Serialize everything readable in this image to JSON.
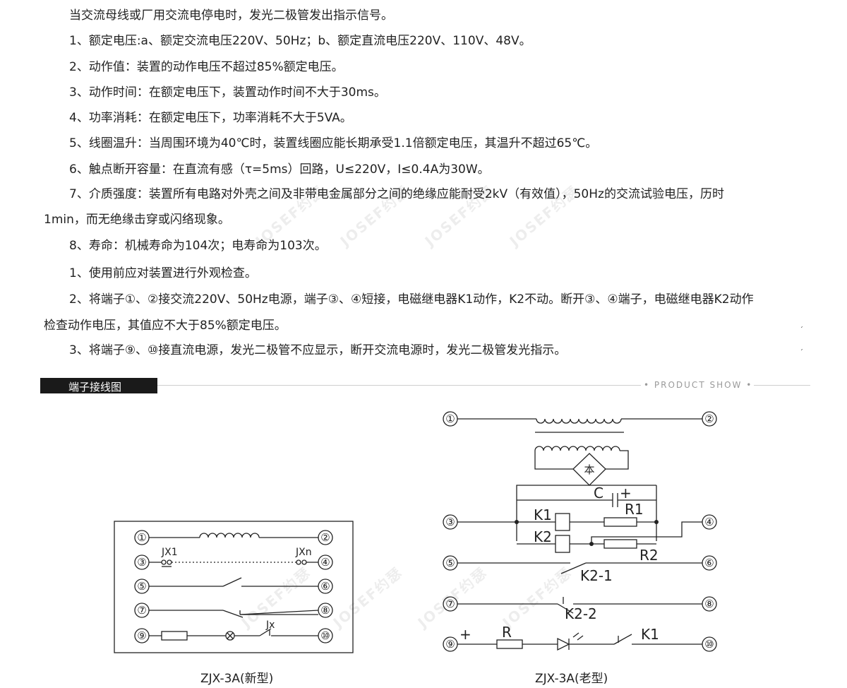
{
  "paragraphs": [
    "当交流母线或厂用交流电停电时，发光二极管发出指示信号。",
    "1、额定电压:a、额定交流电压220V、50Hz；b、额定直流电压220V、110V、48V。",
    "2、动作值：装置的动作电压不超过85%额定电压。",
    "3、动作时间：在额定电压下，装置动作时间不大于30ms。",
    "4、功率消耗：在额定电压下，功率消耗不大于5VA。",
    "5、线圈温升：当周围环境为40℃时，装置线圈应能长期承受1.1倍额定电压，其温升不超过65℃。",
    "6、触点断开容量：在直流有感（τ=5ms）回路，U≤220V，I≤0.4A为30W。",
    "7、介质强度：装置所有电路对外壳之间及非带电金属部分之间的绝缘应能耐受2kV（有效值），50Hz的交流试验电压，历时",
    "1min，而无绝缘击穿或闪络现象。",
    "8、寿命：机械寿命为104次；电寿命为103次。",
    "1、使用前应对装置进行外观检查。",
    "2、将端子①、②接交流220V、50Hz电源，端子③、④短接，电磁继电器K1动作，K2不动。断开③、④端子，电磁继电器K2动作",
    "检查动作电压，其值应不大于85%额定电压。",
    "3、将端子⑨、⑩接直流电源，发光二极管不应显示，断开交流电源时，发光二极管发光指示。"
  ],
  "section": {
    "title": "端子接线图",
    "tag": "• PRODUCT SHOW •"
  },
  "watermark": "JOSEF约瑟",
  "diagram_new": {
    "caption": "ZJX-3A(新型)",
    "terminals": [
      "①",
      "②",
      "③",
      "④",
      "⑤",
      "⑥",
      "⑦",
      "⑧",
      "⑨",
      "⑩"
    ],
    "labels": {
      "jx1": "JX1",
      "jxn": "JXn",
      "jx": "Jx"
    }
  },
  "diagram_old": {
    "caption": "ZJX-3A(老型)",
    "terminals": [
      "①",
      "②",
      "③",
      "④",
      "⑤",
      "⑥",
      "⑦",
      "⑧",
      "⑨",
      "⑩"
    ],
    "labels": {
      "c": "C",
      "plus": "+",
      "r1": "R1",
      "k1": "K1",
      "k2": "K2",
      "r2": "R2",
      "k21": "K2-1",
      "k22": "K2-2",
      "r": "R",
      "k1b": "K1",
      "plus2": "+",
      "bridge": "本"
    }
  }
}
